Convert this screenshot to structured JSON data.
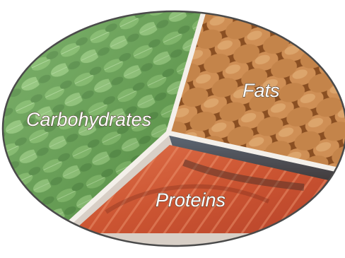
{
  "image": {
    "subject": "macronutrient plate",
    "background_color": "#ffffff"
  },
  "sections": [
    {
      "label": "Carbohydrates",
      "depicts": "green leafy vegetables",
      "color": "#5f9f4a"
    },
    {
      "label": "Fats",
      "depicts": "almonds",
      "color": "#c98a4e"
    },
    {
      "label": "Proteins",
      "depicts": "salmon fillet",
      "color": "#cf5a3a"
    }
  ]
}
